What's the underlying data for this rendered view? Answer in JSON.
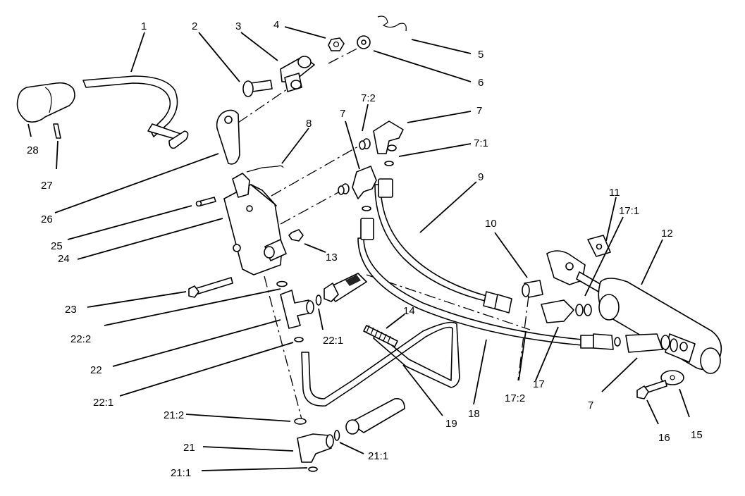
{
  "callouts": {
    "c1": "1",
    "c2": "2",
    "c3": "3",
    "c4": "4",
    "c5": "5",
    "c6": "6",
    "c7a": "7",
    "c7b": "7",
    "c7c": "7",
    "c7_2": "7:2",
    "c7_1": "7:1",
    "c8": "8",
    "c9": "9",
    "c10": "10",
    "c11": "11",
    "c12": "12",
    "c13": "13",
    "c14": "14",
    "c15": "15",
    "c16": "16",
    "c17": "17",
    "c17_1": "17:1",
    "c17_2": "17:2",
    "c18": "18",
    "c19": "19",
    "c21": "21",
    "c21_1a": "21:1",
    "c21_1b": "21:1",
    "c21_2": "21:2",
    "c22": "22",
    "c22_1a": "22:1",
    "c22_1b": "22:1",
    "c22_2": "22:2",
    "c23": "23",
    "c24": "24",
    "c25": "25",
    "c26": "26",
    "c27": "27",
    "c28": "28"
  },
  "colors": {
    "line": "#000000",
    "background": "#ffffff"
  }
}
